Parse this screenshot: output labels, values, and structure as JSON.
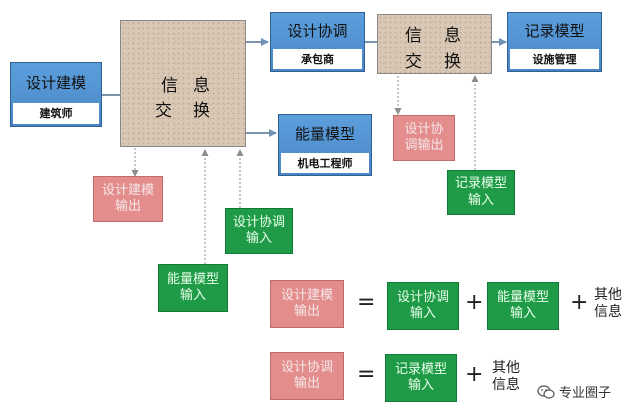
{
  "design_model": {
    "title": "设计建模",
    "role": "建筑师"
  },
  "coordination_model": {
    "title": "设计协调",
    "role": "承包商"
  },
  "energy_model": {
    "title": "能量模型",
    "role": "机电工程师"
  },
  "record_model": {
    "title": "记录模型",
    "role": "设施管理"
  },
  "exchange1": {
    "char1": "信",
    "char2": "息",
    "char3": "交",
    "char4": "换"
  },
  "exchange2": {
    "char1": "信",
    "char2": "息",
    "char3": "交",
    "char4": "换"
  },
  "labels": {
    "design_output": "设计建模输出",
    "coord_input": "设计协调输入",
    "energy_input": "能量模型输入",
    "coord_output": "设计协调输出",
    "record_input": "记录模型输入"
  },
  "equations": {
    "eq1": {
      "lhs": "设计建模输出",
      "op_eq": "=",
      "term1": "设计协调输入",
      "op_plus1": "+",
      "term2": "能量模型输入",
      "op_plus2": "+",
      "other": "其他信息"
    },
    "eq2": {
      "lhs": "设计协调输出",
      "op_eq": "=",
      "term1": "记录模型输入",
      "op_plus1": "+",
      "other": "其他信息"
    }
  },
  "watermark": {
    "text": "专业圈子"
  },
  "colors": {
    "blue": "#4a86c6",
    "pink": "#e38d8d",
    "green": "#1f9b48",
    "arrow": "#7c93ad"
  }
}
